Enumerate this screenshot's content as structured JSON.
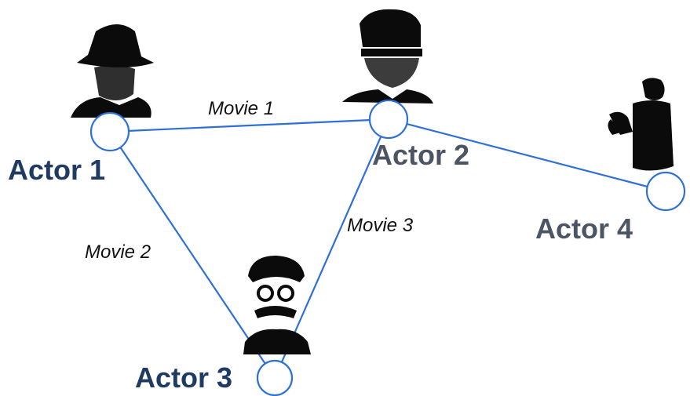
{
  "colors": {
    "edge": "#2e6fd8",
    "actor1": "#1f3a63",
    "actor2": "#4b5563",
    "actor3": "#1f3a63",
    "actor4": "#4b5563"
  },
  "actors": [
    {
      "label": "Actor 1",
      "portrait": "fedora-man-icon"
    },
    {
      "label": "Actor 2",
      "portrait": "sunglasses-man-icon"
    },
    {
      "label": "Actor 3",
      "portrait": "mustache-glasses-man-icon"
    },
    {
      "label": "Actor 4",
      "portrait": "martial-artist-icon"
    }
  ],
  "edges": [
    {
      "from": "Actor 1",
      "to": "Actor 2",
      "label": "Movie 1"
    },
    {
      "from": "Actor 1",
      "to": "Actor 3",
      "label": "Movie 2"
    },
    {
      "from": "Actor 2",
      "to": "Actor 3",
      "label": "Movie 3"
    },
    {
      "from": "Actor 2",
      "to": "Actor 4",
      "label": ""
    }
  ]
}
